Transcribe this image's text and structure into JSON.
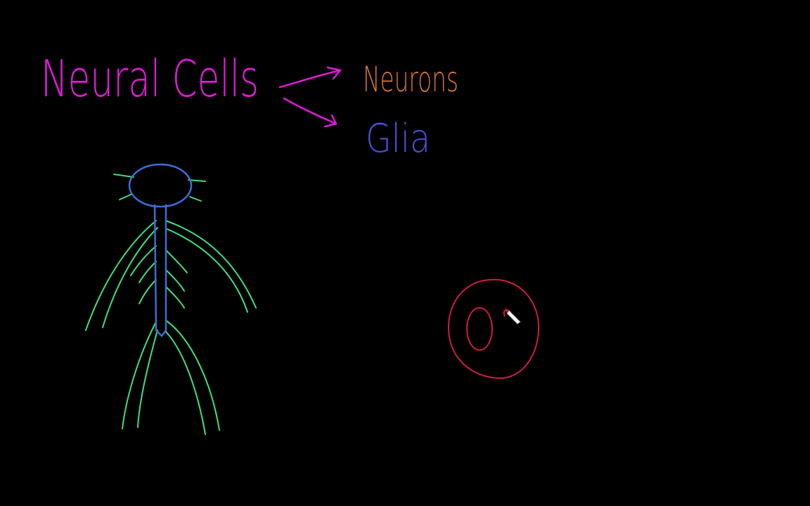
{
  "board": {
    "background": "#000000",
    "title": {
      "text": "Neural Cells",
      "color": "#e01ad6"
    },
    "arrow_color": "#e01ad6",
    "branches": [
      {
        "text": "Neurons",
        "color": "#d9713a"
      },
      {
        "text": "Glia",
        "color": "#4a4fd6"
      }
    ],
    "nervous_system_drawing": {
      "cns_color": "#3b6fd6",
      "nerve_color": "#3ee07a"
    },
    "cell_drawing": {
      "color": "#d01b3f"
    },
    "cursor": {
      "icon": "pen-cursor-icon"
    }
  }
}
